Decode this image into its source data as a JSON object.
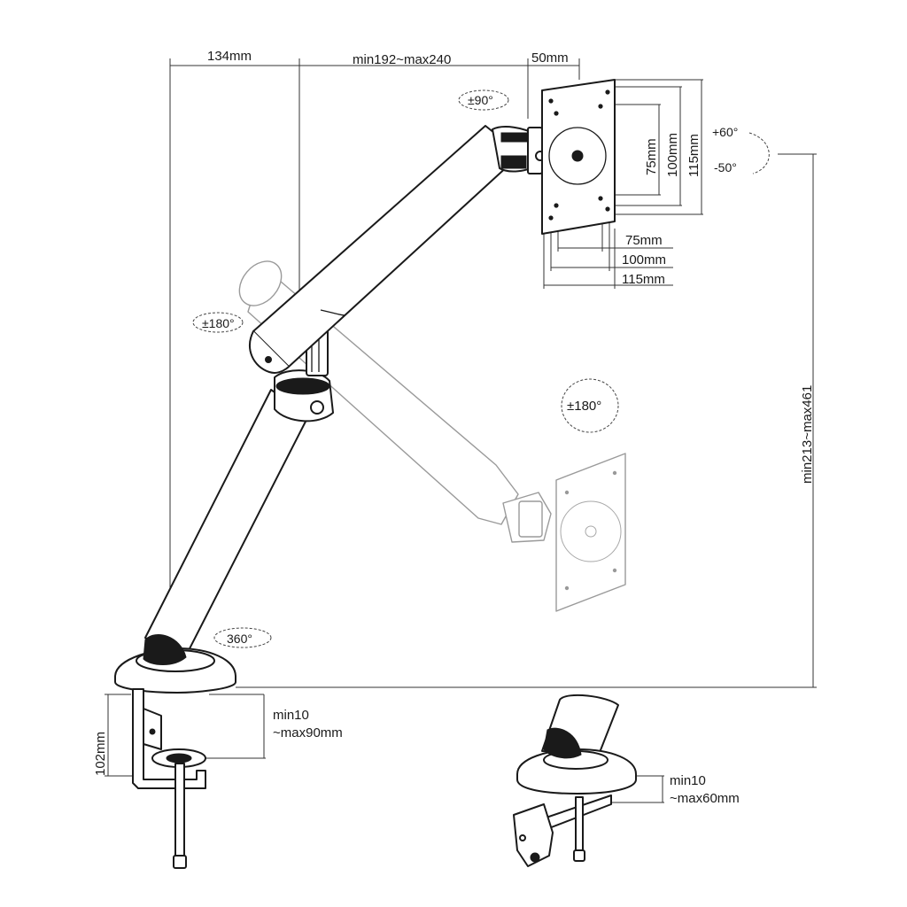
{
  "title": "Monitor arm dimension diagram",
  "dimensions": {
    "reach_134": "134mm",
    "arm_length": "min192~max240",
    "plate_offset": "50mm",
    "vesa_75_v": "75mm",
    "vesa_100_v": "100mm",
    "vesa_115_v": "115mm",
    "vesa_75_h": "75mm",
    "vesa_100_h": "100mm",
    "vesa_115_h": "115mm",
    "height_range": "min213~max461",
    "clamp_height": "102mm",
    "clamp_desk_line1": "min10",
    "clamp_desk_line2": "~max90mm",
    "grommet_line1": "min10",
    "grommet_line2": "~max60mm"
  },
  "rotations": {
    "head_swivel": "±90°",
    "elbow_swivel": "±180°",
    "screen_rotation": "±180°",
    "base_swivel": "360°",
    "tilt_up": "+60°",
    "tilt_down": "-50°"
  },
  "icons": [
    "rotation-arrow-icon",
    "tilt-arrow-icon"
  ]
}
